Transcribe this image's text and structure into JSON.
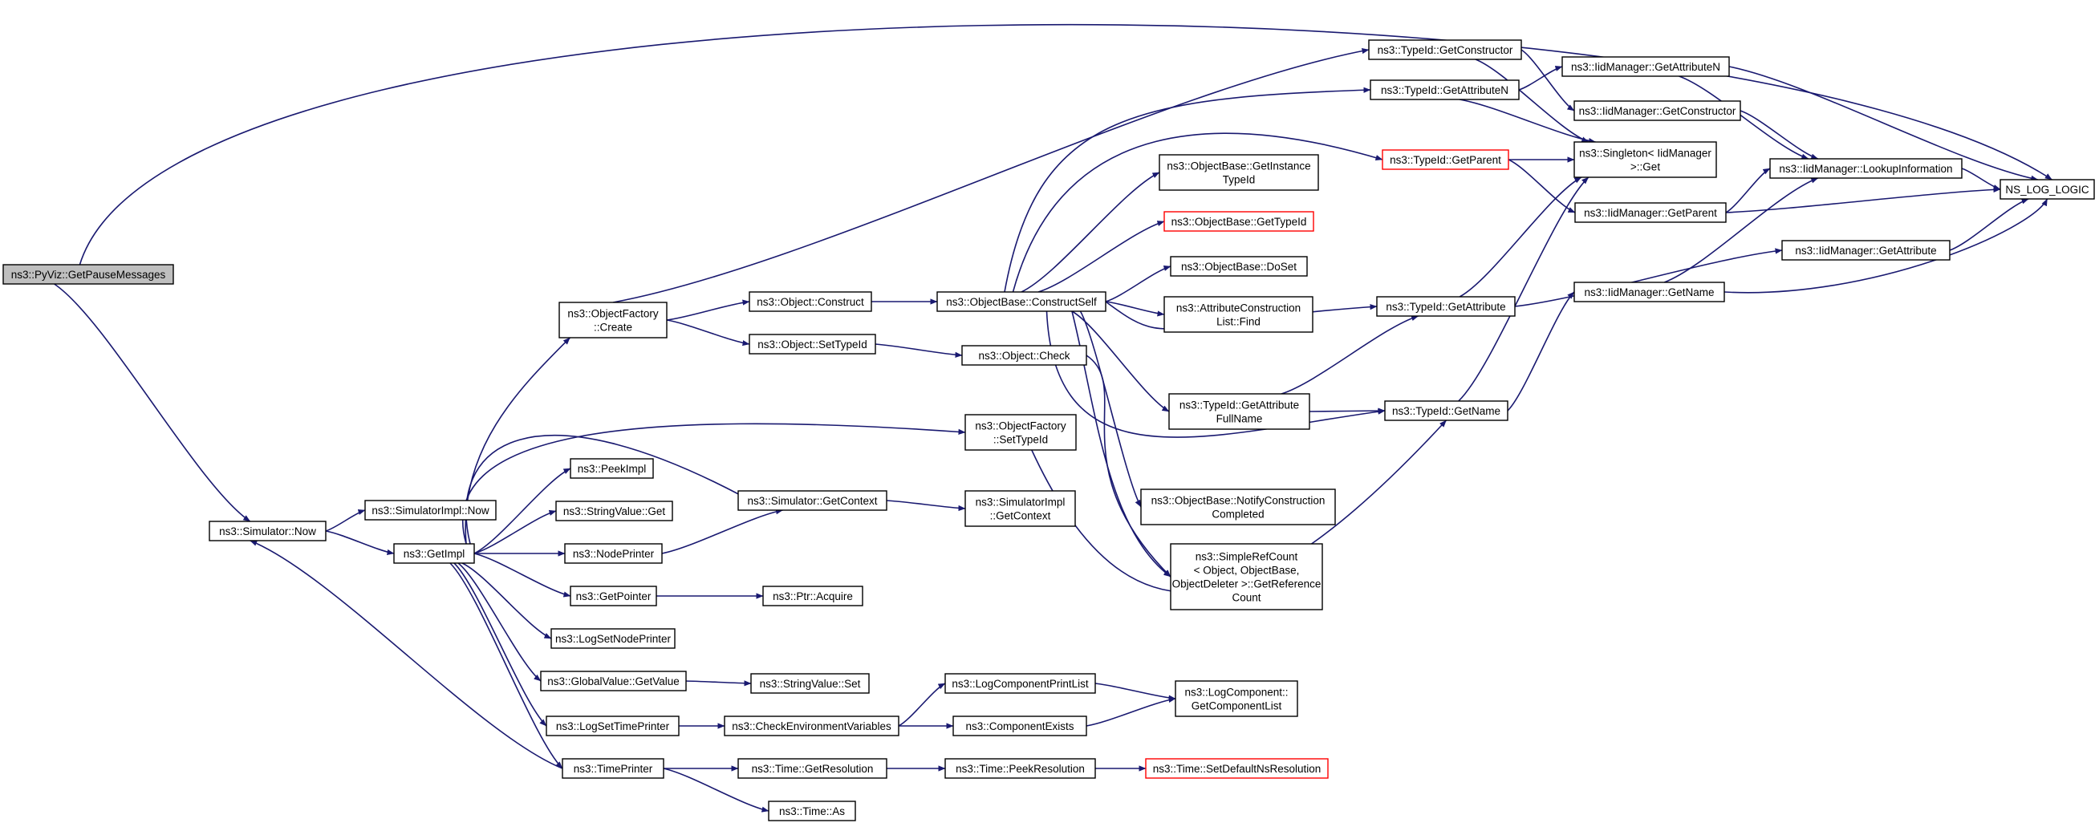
{
  "diagram": {
    "title": "",
    "colors": {
      "edge": "#191970",
      "node_border": "#000000",
      "node_fill": "#ffffff",
      "root_fill": "#bfbfbf",
      "truncated_border": "#ff0000"
    },
    "nodes": [
      {
        "id": "getpause",
        "lines": [
          "ns3::PyViz::GetPauseMessages"
        ],
        "style": "root"
      },
      {
        "id": "sim_now",
        "lines": [
          "ns3::Simulator::Now"
        ],
        "style": "normal"
      },
      {
        "id": "simimpl_now",
        "lines": [
          "ns3::SimulatorImpl::Now"
        ],
        "style": "normal"
      },
      {
        "id": "getimpl",
        "lines": [
          "ns3::GetImpl"
        ],
        "style": "normal"
      },
      {
        "id": "of_create",
        "lines": [
          "ns3::ObjectFactory",
          "::Create"
        ],
        "style": "normal"
      },
      {
        "id": "obj_construct",
        "lines": [
          "ns3::Object::Construct"
        ],
        "style": "normal"
      },
      {
        "id": "obj_settypeid",
        "lines": [
          "ns3::Object::SetTypeId"
        ],
        "style": "normal"
      },
      {
        "id": "ob_constructself",
        "lines": [
          "ns3::ObjectBase::ConstructSelf"
        ],
        "style": "normal"
      },
      {
        "id": "obj_check",
        "lines": [
          "ns3::Object::Check"
        ],
        "style": "normal"
      },
      {
        "id": "of_settypeid",
        "lines": [
          "ns3::ObjectFactory",
          "::SetTypeId"
        ],
        "style": "normal"
      },
      {
        "id": "peekimpl",
        "lines": [
          "ns3::PeekImpl"
        ],
        "style": "normal"
      },
      {
        "id": "stringvalue_get",
        "lines": [
          "ns3::StringValue::Get"
        ],
        "style": "normal"
      },
      {
        "id": "sim_getcontext",
        "lines": [
          "ns3::Simulator::GetContext"
        ],
        "style": "normal"
      },
      {
        "id": "simimpl_getcontext",
        "lines": [
          "ns3::SimulatorImpl",
          "::GetContext"
        ],
        "style": "normal"
      },
      {
        "id": "nodeprinter",
        "lines": [
          "ns3::NodePrinter"
        ],
        "style": "normal"
      },
      {
        "id": "getpointer",
        "lines": [
          "ns3::GetPointer"
        ],
        "style": "normal"
      },
      {
        "id": "ptr_acquire",
        "lines": [
          "ns3::Ptr::Acquire"
        ],
        "style": "normal"
      },
      {
        "id": "logsetnodeprinter",
        "lines": [
          "ns3::LogSetNodePrinter"
        ],
        "style": "normal"
      },
      {
        "id": "gv_getvalue",
        "lines": [
          "ns3::GlobalValue::GetValue"
        ],
        "style": "normal"
      },
      {
        "id": "stringvalue_set",
        "lines": [
          "ns3::StringValue::Set"
        ],
        "style": "normal"
      },
      {
        "id": "logsettimeprinter",
        "lines": [
          "ns3::LogSetTimePrinter"
        ],
        "style": "normal"
      },
      {
        "id": "checkenv",
        "lines": [
          "ns3::CheckEnvironmentVariables"
        ],
        "style": "normal"
      },
      {
        "id": "logcomponentprintlist",
        "lines": [
          "ns3::LogComponentPrintList"
        ],
        "style": "normal"
      },
      {
        "id": "componentexists",
        "lines": [
          "ns3::ComponentExists"
        ],
        "style": "normal"
      },
      {
        "id": "getcomponentlist",
        "lines": [
          "ns3::LogComponent::",
          "GetComponentList"
        ],
        "style": "normal"
      },
      {
        "id": "timeprinter",
        "lines": [
          "ns3::TimePrinter"
        ],
        "style": "normal"
      },
      {
        "id": "time_getresolution",
        "lines": [
          "ns3::Time::GetResolution"
        ],
        "style": "normal"
      },
      {
        "id": "time_peekresolution",
        "lines": [
          "ns3::Time::PeekResolution"
        ],
        "style": "normal"
      },
      {
        "id": "time_setdefaultns",
        "lines": [
          "ns3::Time::SetDefaultNsResolution"
        ],
        "style": "truncated"
      },
      {
        "id": "time_as",
        "lines": [
          "ns3::Time::As"
        ],
        "style": "normal"
      },
      {
        "id": "ob_getinstancetypeid",
        "lines": [
          "ns3::ObjectBase::GetInstance",
          "TypeId"
        ],
        "style": "normal"
      },
      {
        "id": "ob_gettypeid",
        "lines": [
          "ns3::ObjectBase::GetTypeId"
        ],
        "style": "truncated"
      },
      {
        "id": "ob_doset",
        "lines": [
          "ns3::ObjectBase::DoSet"
        ],
        "style": "normal"
      },
      {
        "id": "acl_find",
        "lines": [
          "ns3::AttributeConstruction",
          "List::Find"
        ],
        "style": "normal"
      },
      {
        "id": "tid_getattributefullname",
        "lines": [
          "ns3::TypeId::GetAttribute",
          "FullName"
        ],
        "style": "normal"
      },
      {
        "id": "ob_notifyconstruction",
        "lines": [
          "ns3::ObjectBase::NotifyConstruction",
          "Completed"
        ],
        "style": "normal"
      },
      {
        "id": "simplerefcount",
        "lines": [
          "ns3::SimpleRefCount",
          "< Object, ObjectBase,",
          "ObjectDeleter >::GetReference",
          "Count"
        ],
        "style": "normal"
      },
      {
        "id": "tid_getconstructor",
        "lines": [
          "ns3::TypeId::GetConstructor"
        ],
        "style": "normal"
      },
      {
        "id": "tid_getattributen",
        "lines": [
          "ns3::TypeId::GetAttributeN"
        ],
        "style": "normal"
      },
      {
        "id": "tid_getparent",
        "lines": [
          "ns3::TypeId::GetParent"
        ],
        "style": "truncated"
      },
      {
        "id": "tid_getattribute",
        "lines": [
          "ns3::TypeId::GetAttribute"
        ],
        "style": "normal"
      },
      {
        "id": "tid_getname",
        "lines": [
          "ns3::TypeId::GetName"
        ],
        "style": "normal"
      },
      {
        "id": "singleton_get",
        "lines": [
          "ns3::Singleton< IidManager",
          ">::Get"
        ],
        "style": "normal"
      },
      {
        "id": "iid_getattributen",
        "lines": [
          "ns3::IidManager::GetAttributeN"
        ],
        "style": "normal"
      },
      {
        "id": "iid_getconstructor",
        "lines": [
          "ns3::IidManager::GetConstructor"
        ],
        "style": "normal"
      },
      {
        "id": "iid_getparent",
        "lines": [
          "ns3::IidManager::GetParent"
        ],
        "style": "normal"
      },
      {
        "id": "iid_getname",
        "lines": [
          "ns3::IidManager::GetName"
        ],
        "style": "normal"
      },
      {
        "id": "iid_lookupinformation",
        "lines": [
          "ns3::IidManager::LookupInformation"
        ],
        "style": "normal"
      },
      {
        "id": "iid_getattribute",
        "lines": [
          "ns3::IidManager::GetAttribute"
        ],
        "style": "normal"
      },
      {
        "id": "ns_log_logic",
        "lines": [
          "NS_LOG_LOGIC"
        ],
        "style": "normal"
      }
    ]
  }
}
